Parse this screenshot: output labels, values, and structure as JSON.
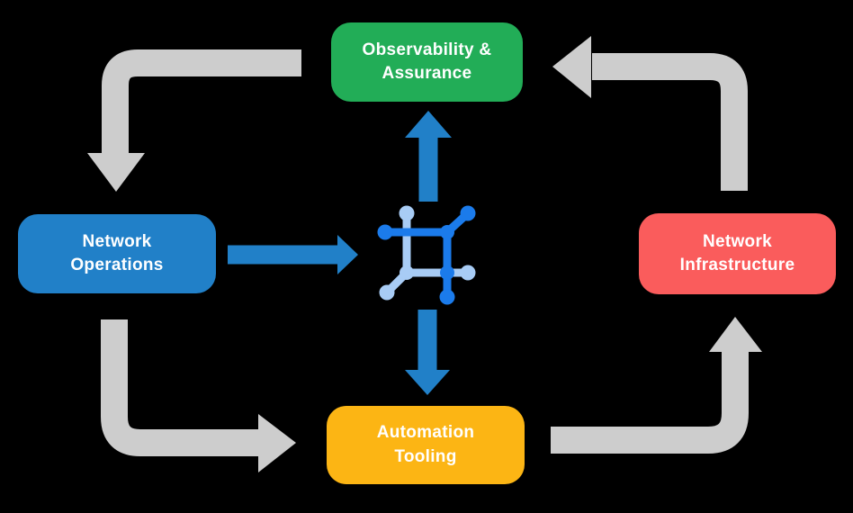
{
  "diagram": {
    "background_color": "#000000",
    "boxes": [
      {
        "id": "observability-assurance",
        "label": "Observability &\nAssurance",
        "color": "#22AD57",
        "text_color": "#FFFFFF"
      },
      {
        "id": "network-operations",
        "label": "Network\nOperations",
        "color": "#2180C8",
        "text_color": "#FFFFFF"
      },
      {
        "id": "network-infrastructure",
        "label": "Network\nInfrastructure",
        "color": "#FA5C5C",
        "text_color": "#FFFFFF"
      },
      {
        "id": "automation-tooling",
        "label": "Automation\nTooling",
        "color": "#FCB514",
        "text_color": "#FFFFFF"
      }
    ],
    "center_icon": {
      "name": "network-nodes-icon",
      "dark_blue": "#1B7BEB",
      "light_blue": "#A8CCF5"
    },
    "arrows": {
      "gray_color": "#CDCDCD",
      "blue_color": "#2180C8",
      "gray_cycle": [
        {
          "from": "observability-assurance",
          "to": "network-operations"
        },
        {
          "from": "network-operations",
          "to": "automation-tooling"
        },
        {
          "from": "automation-tooling",
          "to": "network-infrastructure"
        },
        {
          "from": "network-infrastructure",
          "to": "observability-assurance"
        }
      ],
      "blue_links": [
        {
          "from": "network-operations",
          "to": "center-icon"
        },
        {
          "from": "center-icon",
          "to": "observability-assurance"
        },
        {
          "from": "center-icon",
          "to": "automation-tooling"
        }
      ]
    }
  }
}
